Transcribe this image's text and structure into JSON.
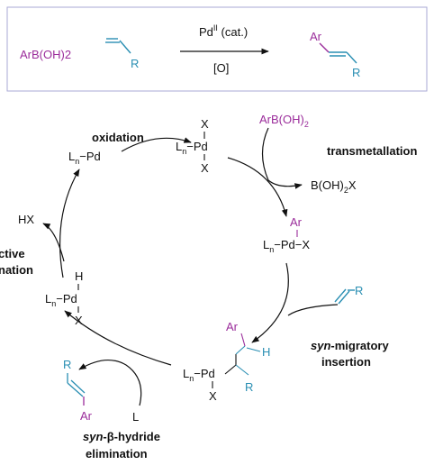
{
  "colors": {
    "aryl": "#9b2d9b",
    "olefin": "#2a8fb3",
    "box_border": "#a9a9d6",
    "text": "#111111"
  },
  "overall": {
    "reactant1": "ArB(OH)2",
    "olefin_R": "R",
    "catalyst": "Pd",
    "catalyst_ox": "II",
    "catalyst_suffix": " (cat.)",
    "oxidant": "[O]",
    "product_ar": "Ar",
    "product_r": "R"
  },
  "cycle": {
    "species": {
      "lnpd": "L",
      "lnpd_sub": "n",
      "pd": "Pd",
      "x": "X",
      "h": "H",
      "ar": "Ar",
      "r": "R"
    },
    "steps": {
      "oxidation": "oxidation",
      "transmetallation": "transmetallation",
      "syn_insertion_prefix": "syn",
      "syn_insertion_rest": "-migratory",
      "insertion": "insertion",
      "syn_beta_prefix": "syn",
      "syn_beta_rest": "-β-hydride",
      "elimination": "elimination",
      "reductive_partial": "ctive",
      "reductive_partial2": "nation"
    },
    "reagents": {
      "arboh2": "ArB(OH)2",
      "boh2x": "B(OH)2X",
      "hx": "HX",
      "ligand": "L"
    }
  }
}
